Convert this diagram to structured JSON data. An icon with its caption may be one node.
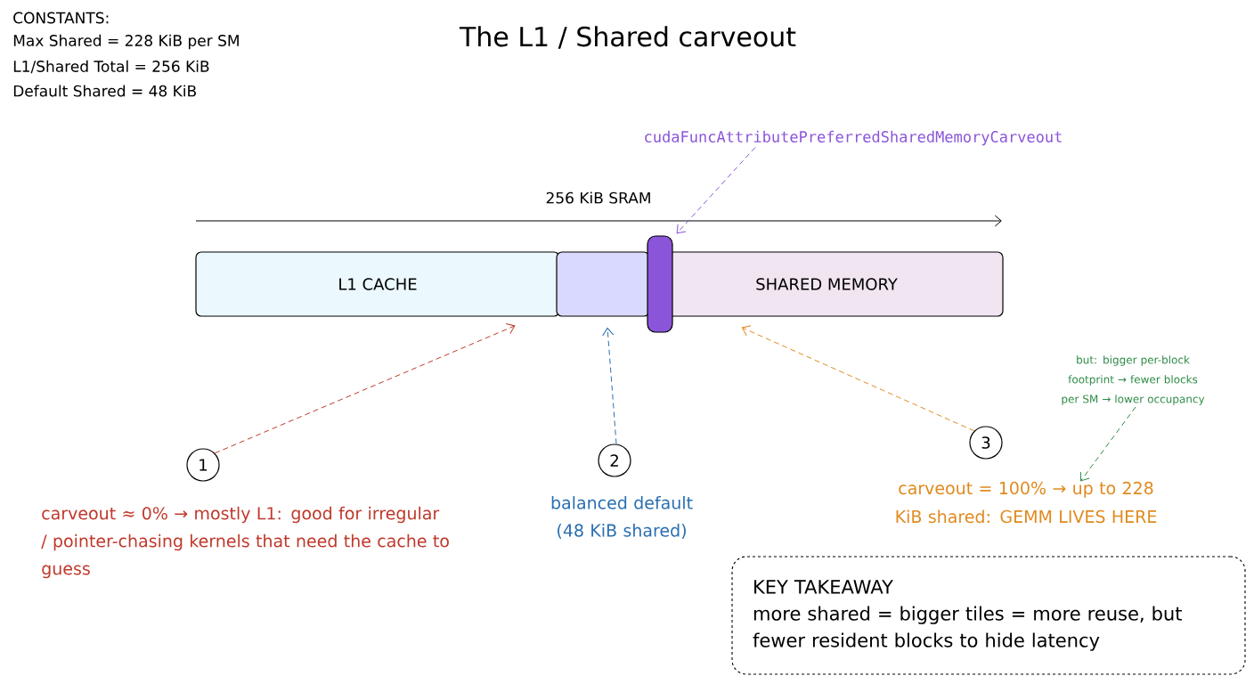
{
  "diagram": {
    "title": "The L1 / Shared carveout",
    "nodes": [
      {
        "text": [
          "L1 CACHE"
        ]
      },
      {
        "text": [],
        "shape": "box"
      },
      {
        "text": [
          "SHARED MEMORY"
        ]
      },
      {
        "text": [],
        "shape": "bar"
      },
      {
        "text": [
          "cudaFuncAttributePreferredSharedMemoryCarveout"
        ]
      },
      {
        "text": [
          "1"
        ],
        "beside": [
          "carveout ≈ 0% → mostly L1: good for irregular / pointer-chasing kernels that need the cache to guess"
        ]
      },
      {
        "text": [
          "2"
        ],
        "beside": [
          "balanced default (48 KiB shared)"
        ]
      },
      {
        "text": [
          "3"
        ]
      },
      {
        "text": [
          "but: bigger per-block footprint → fewer blocks per SM → lower occupancy"
        ]
      },
      {
        "text": [
          "carveout = 100% → up to 228 KiB shared: GEMM LIVES HERE"
        ]
      },
      {
        "text": [
          "KEY TAKEAWAY",
          "more shared = bigger tiles = more reuse, but fewer resident blocks to hide latency"
        ]
      }
    ],
    "edges": [
      {
        "from": 4,
        "to": 3,
        "arrow": "to",
        "style": "dashed",
        "color": "#8a55d8"
      },
      {
        "from": 5,
        "to": 0,
        "arrow": "to",
        "style": "dashed",
        "color": "#c0392b"
      },
      {
        "from": 6,
        "to": 1,
        "arrow": "to",
        "style": "dashed",
        "color": "#2a6fb0"
      },
      {
        "from": 7,
        "to": 2,
        "arrow": "to",
        "style": "dashed",
        "color": "#e08a1e"
      },
      {
        "from": 8,
        "to": 9,
        "arrow": "to",
        "style": "dashed",
        "color": "#2e8b46"
      }
    ],
    "labels": [
      "CONSTANTS:",
      "Max Shared = 228 KiB per SM",
      "L1/Shared Total = 256 KiB",
      "Default Shared = 48 KiB",
      "256 KiB SRAM"
    ]
  }
}
